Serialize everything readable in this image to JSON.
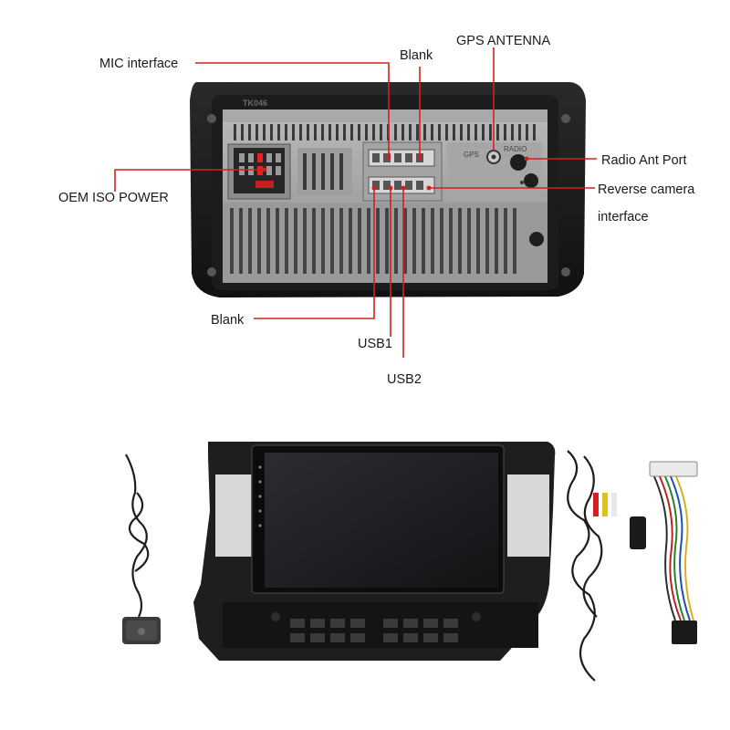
{
  "labels": {
    "mic_interface": "MIC interface",
    "blank_top": "Blank",
    "gps_antenna": "GPS ANTENNA",
    "radio_ant_port": "Radio Ant Port",
    "oem_iso_power": "OEM ISO POWER",
    "reverse_camera_line1": "Reverse camera",
    "reverse_camera_line2": "interface",
    "blank_bottom": "Blank",
    "usb1": "USB1",
    "usb2": "USB2"
  },
  "unit_markings": {
    "model": "TK046",
    "gps": "GPS",
    "radio": "RADIO"
  },
  "colors": {
    "callout_line": "#d42020",
    "connector_highlight": "#e82020"
  }
}
